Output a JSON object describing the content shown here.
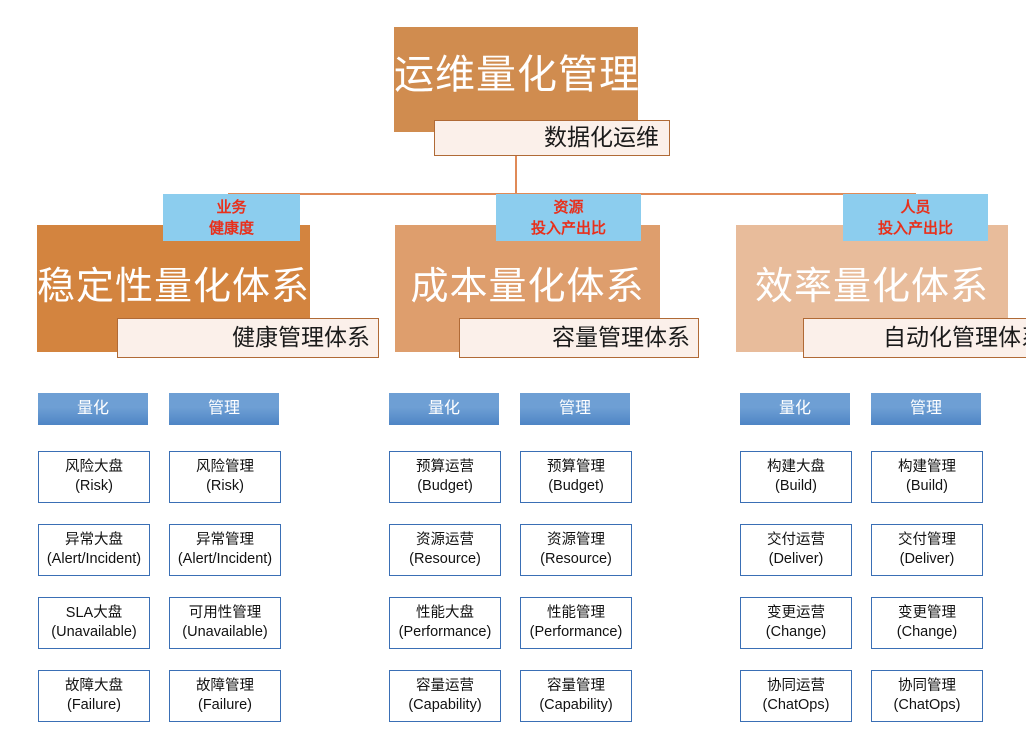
{
  "root": {
    "title": "运维量化管理",
    "subtitle": "数据化运维",
    "color": "#D08C4F"
  },
  "connector_color": "#E08A57",
  "pillars": [
    {
      "tag": "业务\n健康度",
      "tag_line1": "业务",
      "tag_line2": "健康度",
      "title": "稳定性量化体系",
      "subtitle": "健康管理体系",
      "color": "#D3843F",
      "tag_color": "#8CCDEE",
      "tag_text_color": "#E8301C",
      "columns": [
        "量化",
        "管理"
      ],
      "rows": [
        {
          "quantify_cn": "风险大盘",
          "quantify_en": "(Risk)",
          "manage_cn": "风险管理",
          "manage_en": "(Risk)"
        },
        {
          "quantify_cn": "异常大盘",
          "quantify_en": "(Alert/Incident)",
          "manage_cn": "异常管理",
          "manage_en": "(Alert/Incident)"
        },
        {
          "quantify_cn": "SLA大盘",
          "quantify_en": "(Unavailable)",
          "manage_cn": "可用性管理",
          "manage_en": "(Unavailable)"
        },
        {
          "quantify_cn": "故障大盘",
          "quantify_en": "(Failure)",
          "manage_cn": "故障管理",
          "manage_en": "(Failure)"
        }
      ]
    },
    {
      "tag_line1": "资源",
      "tag_line2": "投入产出比",
      "title": "成本量化体系",
      "subtitle": "容量管理体系",
      "color": "#DE9E6D",
      "tag_color": "#8CCDEE",
      "tag_text_color": "#E8301C",
      "columns": [
        "量化",
        "管理"
      ],
      "rows": [
        {
          "quantify_cn": "预算运营",
          "quantify_en": "(Budget)",
          "manage_cn": "预算管理",
          "manage_en": "(Budget)"
        },
        {
          "quantify_cn": "资源运营",
          "quantify_en": "(Resource)",
          "manage_cn": "资源管理",
          "manage_en": "(Resource)"
        },
        {
          "quantify_cn": "性能大盘",
          "quantify_en": "(Performance)",
          "manage_cn": "性能管理",
          "manage_en": "(Performance)"
        },
        {
          "quantify_cn": "容量运营",
          "quantify_en": "(Capability)",
          "manage_cn": "容量管理",
          "manage_en": "(Capability)"
        }
      ]
    },
    {
      "tag_line1": "人员",
      "tag_line2": "投入产出比",
      "title": "效率量化体系",
      "subtitle": "自动化管理体系",
      "color": "#E8BC9B",
      "tag_color": "#8CCDEE",
      "tag_text_color": "#E8301C",
      "columns": [
        "量化",
        "管理"
      ],
      "rows": [
        {
          "quantify_cn": "构建大盘",
          "quantify_en": "(Build)",
          "manage_cn": "构建管理",
          "manage_en": "(Build)"
        },
        {
          "quantify_cn": "交付运营",
          "quantify_en": "(Deliver)",
          "manage_cn": "交付管理",
          "manage_en": "(Deliver)"
        },
        {
          "quantify_cn": "变更运营",
          "quantify_en": "(Change)",
          "manage_cn": "变更管理",
          "manage_en": "(Change)"
        },
        {
          "quantify_cn": "协同运营",
          "quantify_en": "(ChatOps)",
          "manage_cn": "协同管理",
          "manage_en": "(ChatOps)"
        }
      ]
    }
  ]
}
